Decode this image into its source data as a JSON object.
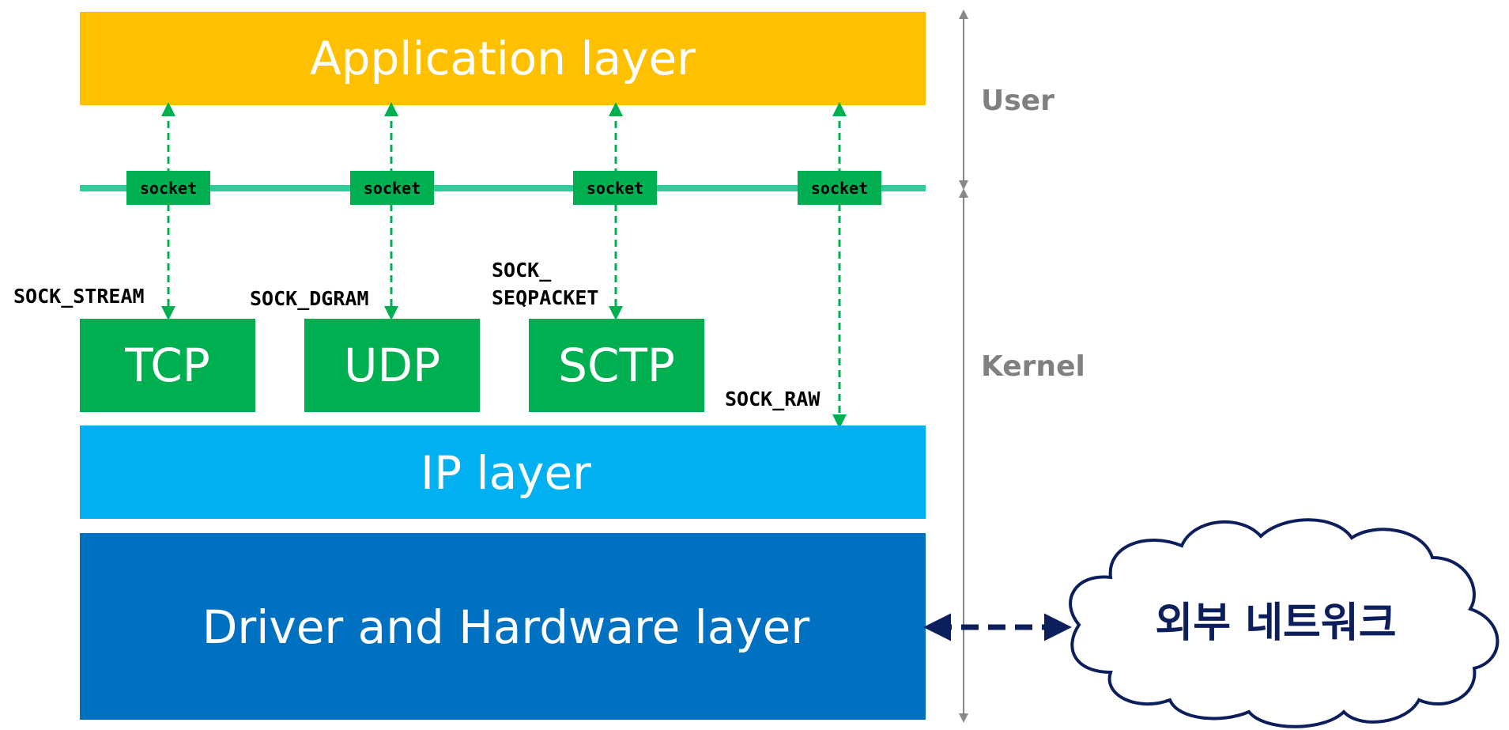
{
  "layers": {
    "application": "Application layer",
    "ip": "IP layer",
    "driver": "Driver and Hardware layer"
  },
  "protocols": {
    "tcp": "TCP",
    "udp": "UDP",
    "sctp": "SCTP"
  },
  "socket_label": "socket",
  "socket_types": {
    "stream": "SOCK_STREAM",
    "dgram": "SOCK_DGRAM",
    "seqpacket_line1": "SOCK_",
    "seqpacket_line2": "SEQPACKET",
    "raw": "SOCK_RAW"
  },
  "sides": {
    "user": "User",
    "kernel": "Kernel"
  },
  "cloud": {
    "label": "외부 네트워크"
  },
  "colors": {
    "application": "#FFC000",
    "protocol": "#00B050",
    "ip": "#00B0F0",
    "driver": "#0070C0",
    "socket_line": "#2ECC9A",
    "cloud_outline": "#0C1F5C",
    "side_label": "#808080"
  }
}
